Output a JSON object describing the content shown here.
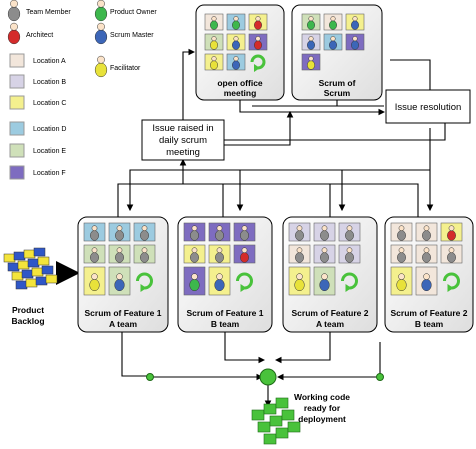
{
  "legend": {
    "roles": [
      {
        "label": "Team Member",
        "color": "#8c8c8c"
      },
      {
        "label": "Product Owner",
        "color": "#3db74d"
      },
      {
        "label": "Architect",
        "color": "#d42b2b"
      },
      {
        "label": "Scrum Master",
        "color": "#3c66b8"
      },
      {
        "label": "Facilitator",
        "color": "#e8e23a"
      }
    ],
    "locations": [
      {
        "label": "Location A",
        "color": "#f2e6db"
      },
      {
        "label": "Location B",
        "color": "#d7d3e6"
      },
      {
        "label": "Location C",
        "color": "#f4f08e"
      },
      {
        "label": "Location D",
        "color": "#9ccbe0"
      },
      {
        "label": "Location E",
        "color": "#cfe0b9"
      },
      {
        "label": "Location F",
        "color": "#7e6cc0"
      }
    ]
  },
  "meetings": {
    "open_office": {
      "line1": "open office",
      "line2": "meeting"
    },
    "scrum_of_scrum": {
      "line1": "Scrum of",
      "line2": "Scrum"
    },
    "issue_resolution": "Issue resolution",
    "issue_raised": {
      "line1": "Issue raised in",
      "line2": "daily scrum",
      "line3": "meeting"
    }
  },
  "teams": [
    {
      "line1": "Scrum of Feature 1",
      "line2": "A team"
    },
    {
      "line1": "Scrum of Feature 1",
      "line2": "B team"
    },
    {
      "line1": "Scrum of Feature 2",
      "line2": "A team"
    },
    {
      "line1": "Scrum of Feature 2",
      "line2": "B team"
    }
  ],
  "backlog": {
    "line1": "Product",
    "line2": "Backlog"
  },
  "output": {
    "line1": "Working code",
    "line2": "ready for",
    "line3": "deployment"
  }
}
